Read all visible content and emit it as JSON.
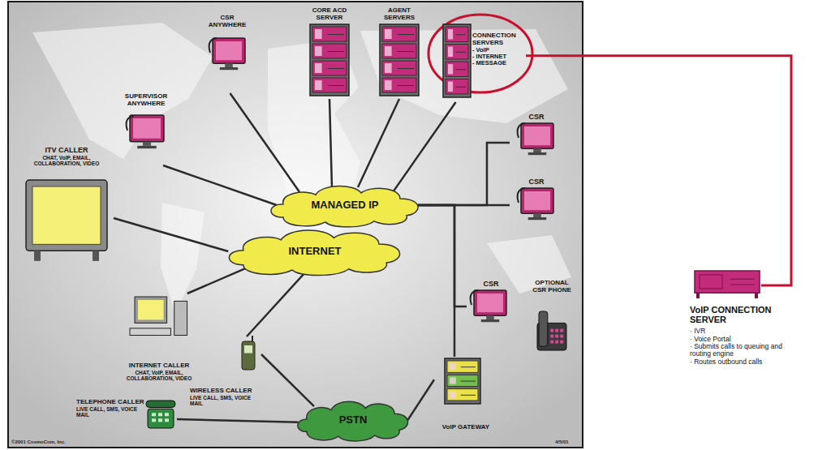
{
  "diagram": {
    "nodes": [
      {
        "text": [
          "CSR ANYWHERE"
        ]
      },
      {
        "text": [
          "CORE ACD SERVER"
        ]
      },
      {
        "text": [
          "AGENT SERVERS"
        ]
      },
      {
        "text": [
          "CONNECTION SERVERS",
          "- VoIP",
          "- INTERNET",
          "- MESSAGE"
        ]
      },
      {
        "text": [
          "SUPERVISOR ANYWHERE"
        ]
      },
      {
        "text": [
          "CSR"
        ]
      },
      {
        "text": [
          "CSR"
        ]
      },
      {
        "text": [
          "MANAGED IP"
        ]
      },
      {
        "text": [
          "ITV CALLER",
          "CHAT, VoIP, EMAIL, COLLABORATION, VIDEO"
        ]
      },
      {
        "text": [
          "INTERNET"
        ]
      },
      {
        "text": [
          "CSR"
        ]
      },
      {
        "text": [
          "OPTIONAL CSR PHONE"
        ]
      },
      {
        "text": [
          "INTERNET CALLER",
          "CHAT, VoIP, EMAIL, COLLABORATION, VIDEO"
        ]
      },
      {
        "text": [
          "WIRELESS CALLER",
          "LIVE CALL, SMS, VOICE MAIL"
        ]
      },
      {
        "text": [
          "VoIP GATEWAY"
        ]
      },
      {
        "text": [
          "TELEPHONE CALLER",
          "LIVE CALL, SMS, VOICE MAIL"
        ]
      },
      {
        "text": [
          "PSTN"
        ]
      },
      {
        "text": [
          "VoIP CONNECTION SERVER",
          "· IVR",
          "· Voice Portal",
          "· Submits calls to queuing and routing engine",
          "· Routes outbound calls"
        ]
      }
    ],
    "edges": [
      {
        "from": 7,
        "to": 0,
        "arrow": "none"
      },
      {
        "from": 7,
        "to": 1,
        "arrow": "none"
      },
      {
        "from": 7,
        "to": 2,
        "arrow": "none"
      },
      {
        "from": 7,
        "to": 3,
        "arrow": "none"
      },
      {
        "from": 7,
        "to": 4,
        "arrow": "none"
      },
      {
        "from": 7,
        "to": 5,
        "arrow": "none"
      },
      {
        "from": 7,
        "to": 6,
        "arrow": "none"
      },
      {
        "from": 7,
        "to": 10,
        "arrow": "none"
      },
      {
        "from": 7,
        "to": 14,
        "arrow": "none"
      },
      {
        "from": 9,
        "to": 8,
        "arrow": "none"
      },
      {
        "from": 9,
        "to": 12,
        "arrow": "none"
      },
      {
        "from": 9,
        "to": 13,
        "arrow": "none"
      },
      {
        "from": 13,
        "to": 16,
        "arrow": "none"
      },
      {
        "from": 16,
        "to": 15,
        "arrow": "none"
      },
      {
        "from": 16,
        "to": 14,
        "arrow": "none"
      },
      {
        "from": 3,
        "to": 17,
        "arrow": "none"
      }
    ],
    "labels": [
      "©2001 CosmoCom, Inc.",
      "4/5/01"
    ]
  }
}
